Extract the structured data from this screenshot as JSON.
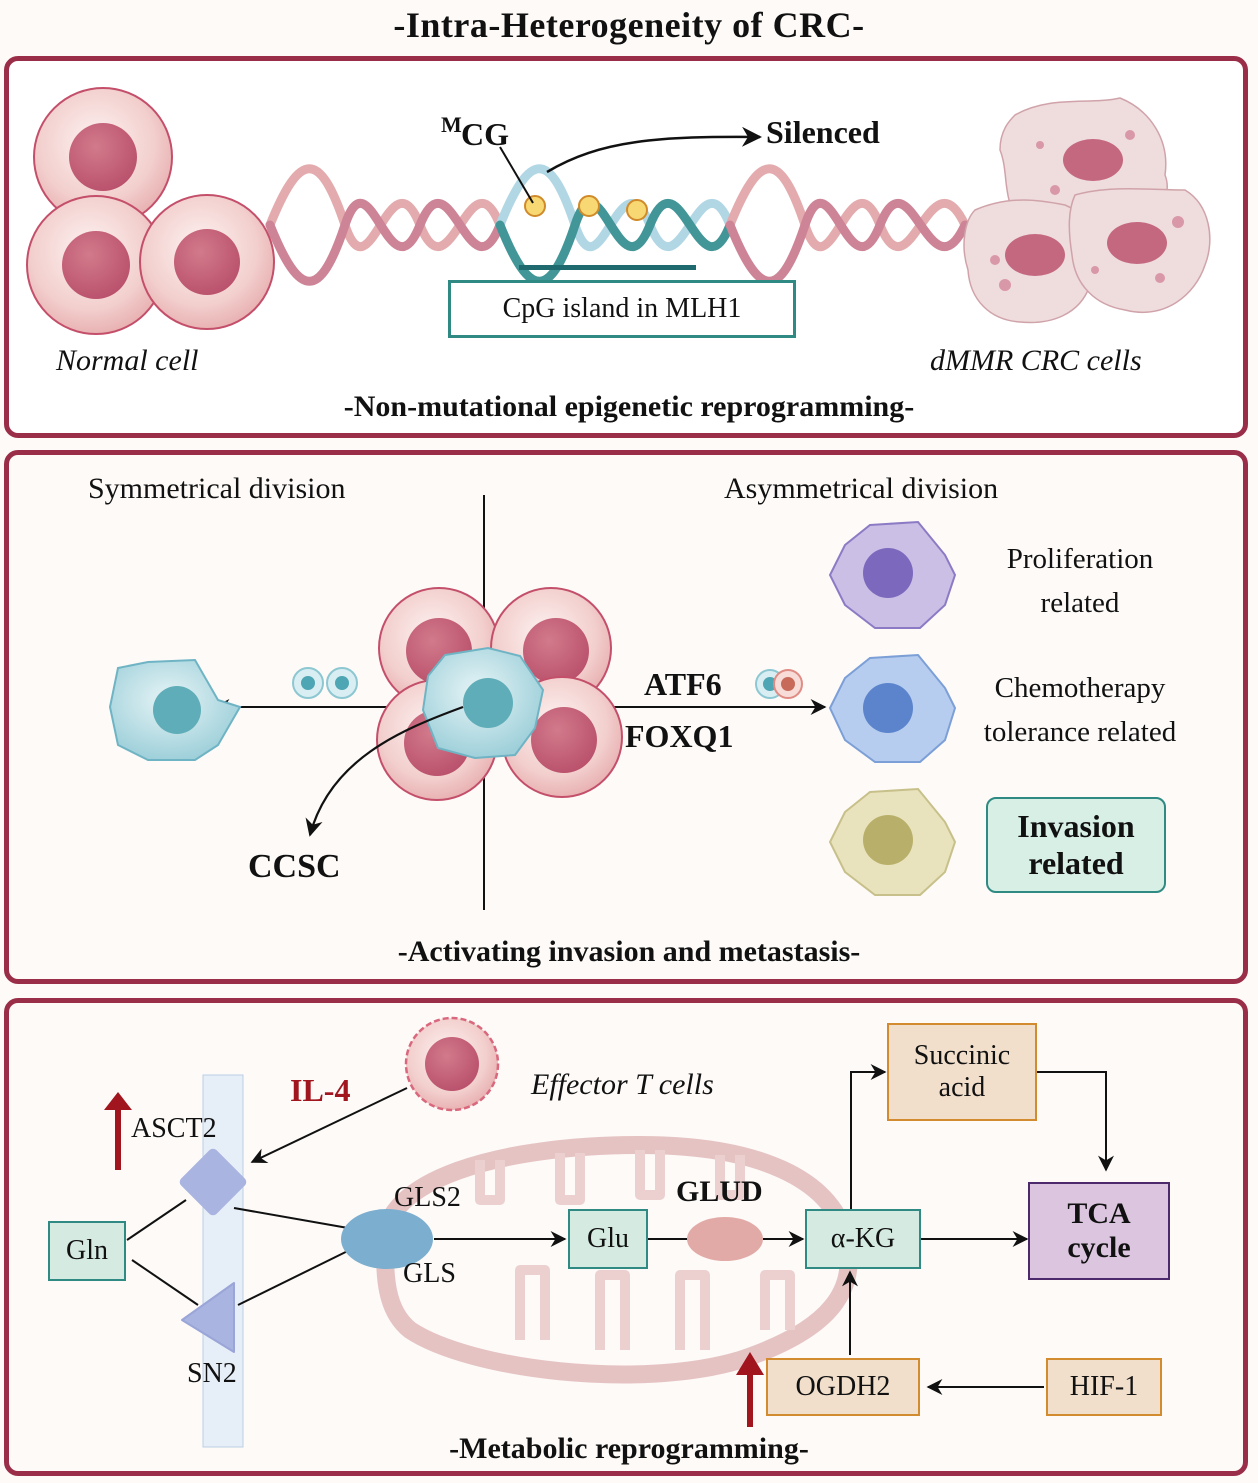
{
  "title": "-Intra-Heterogeneity of CRC-",
  "colors": {
    "panel_border": "#9a2e48",
    "teal_box": "#2e8a82",
    "tan_box": "#d28b2e",
    "purple_box": "#4d2a6b",
    "up_arrow": "#a0151e",
    "il4": "#a0151e"
  },
  "panel_epigenetic": {
    "caption": "-Non-mutational epigenetic reprogramming-",
    "normal_cell_label": "Normal cell",
    "dmmr_label": "dMMR CRC cells",
    "mcg_superscript": "M",
    "mcg_label": "CG",
    "silenced_label": "Silenced",
    "cpg_box_label": "CpG island in MLH1"
  },
  "panel_invasion": {
    "caption": "-Activating invasion and metastasis-",
    "symmetrical_label": "Symmetrical division",
    "asymmetrical_label": "Asymmetrical division",
    "ccsc_label": "CCSC",
    "atf6_label": "ATF6",
    "foxq1_label": "FOXQ1",
    "outcomes": [
      {
        "line1": "Proliferation",
        "line2": "related",
        "color": "#a99ad6"
      },
      {
        "line1": "Chemotherapy",
        "line2": "tolerance related",
        "color": "#8fb0e0"
      },
      {
        "line1": "Invasion",
        "line2": "related",
        "color": "#dcd6a0"
      }
    ]
  },
  "panel_metabolic": {
    "caption": "-Metabolic reprogramming-",
    "il4_label": "IL-4",
    "effector_label": "Effector T cells",
    "asct2_label": "ASCT2",
    "sn2_label": "SN2",
    "gln_label": "Gln",
    "gls2_label": "GLS2",
    "gls_label": "GLS",
    "glu_label": "Glu",
    "glud_label": "GLUD",
    "akg_label": "α-KG",
    "succinic_line1": "Succinic",
    "succinic_line2": "acid",
    "tca_line1": "TCA",
    "tca_line2": "cycle",
    "ogdh2_label": "OGDH2",
    "hif1_label": "HIF-1"
  }
}
